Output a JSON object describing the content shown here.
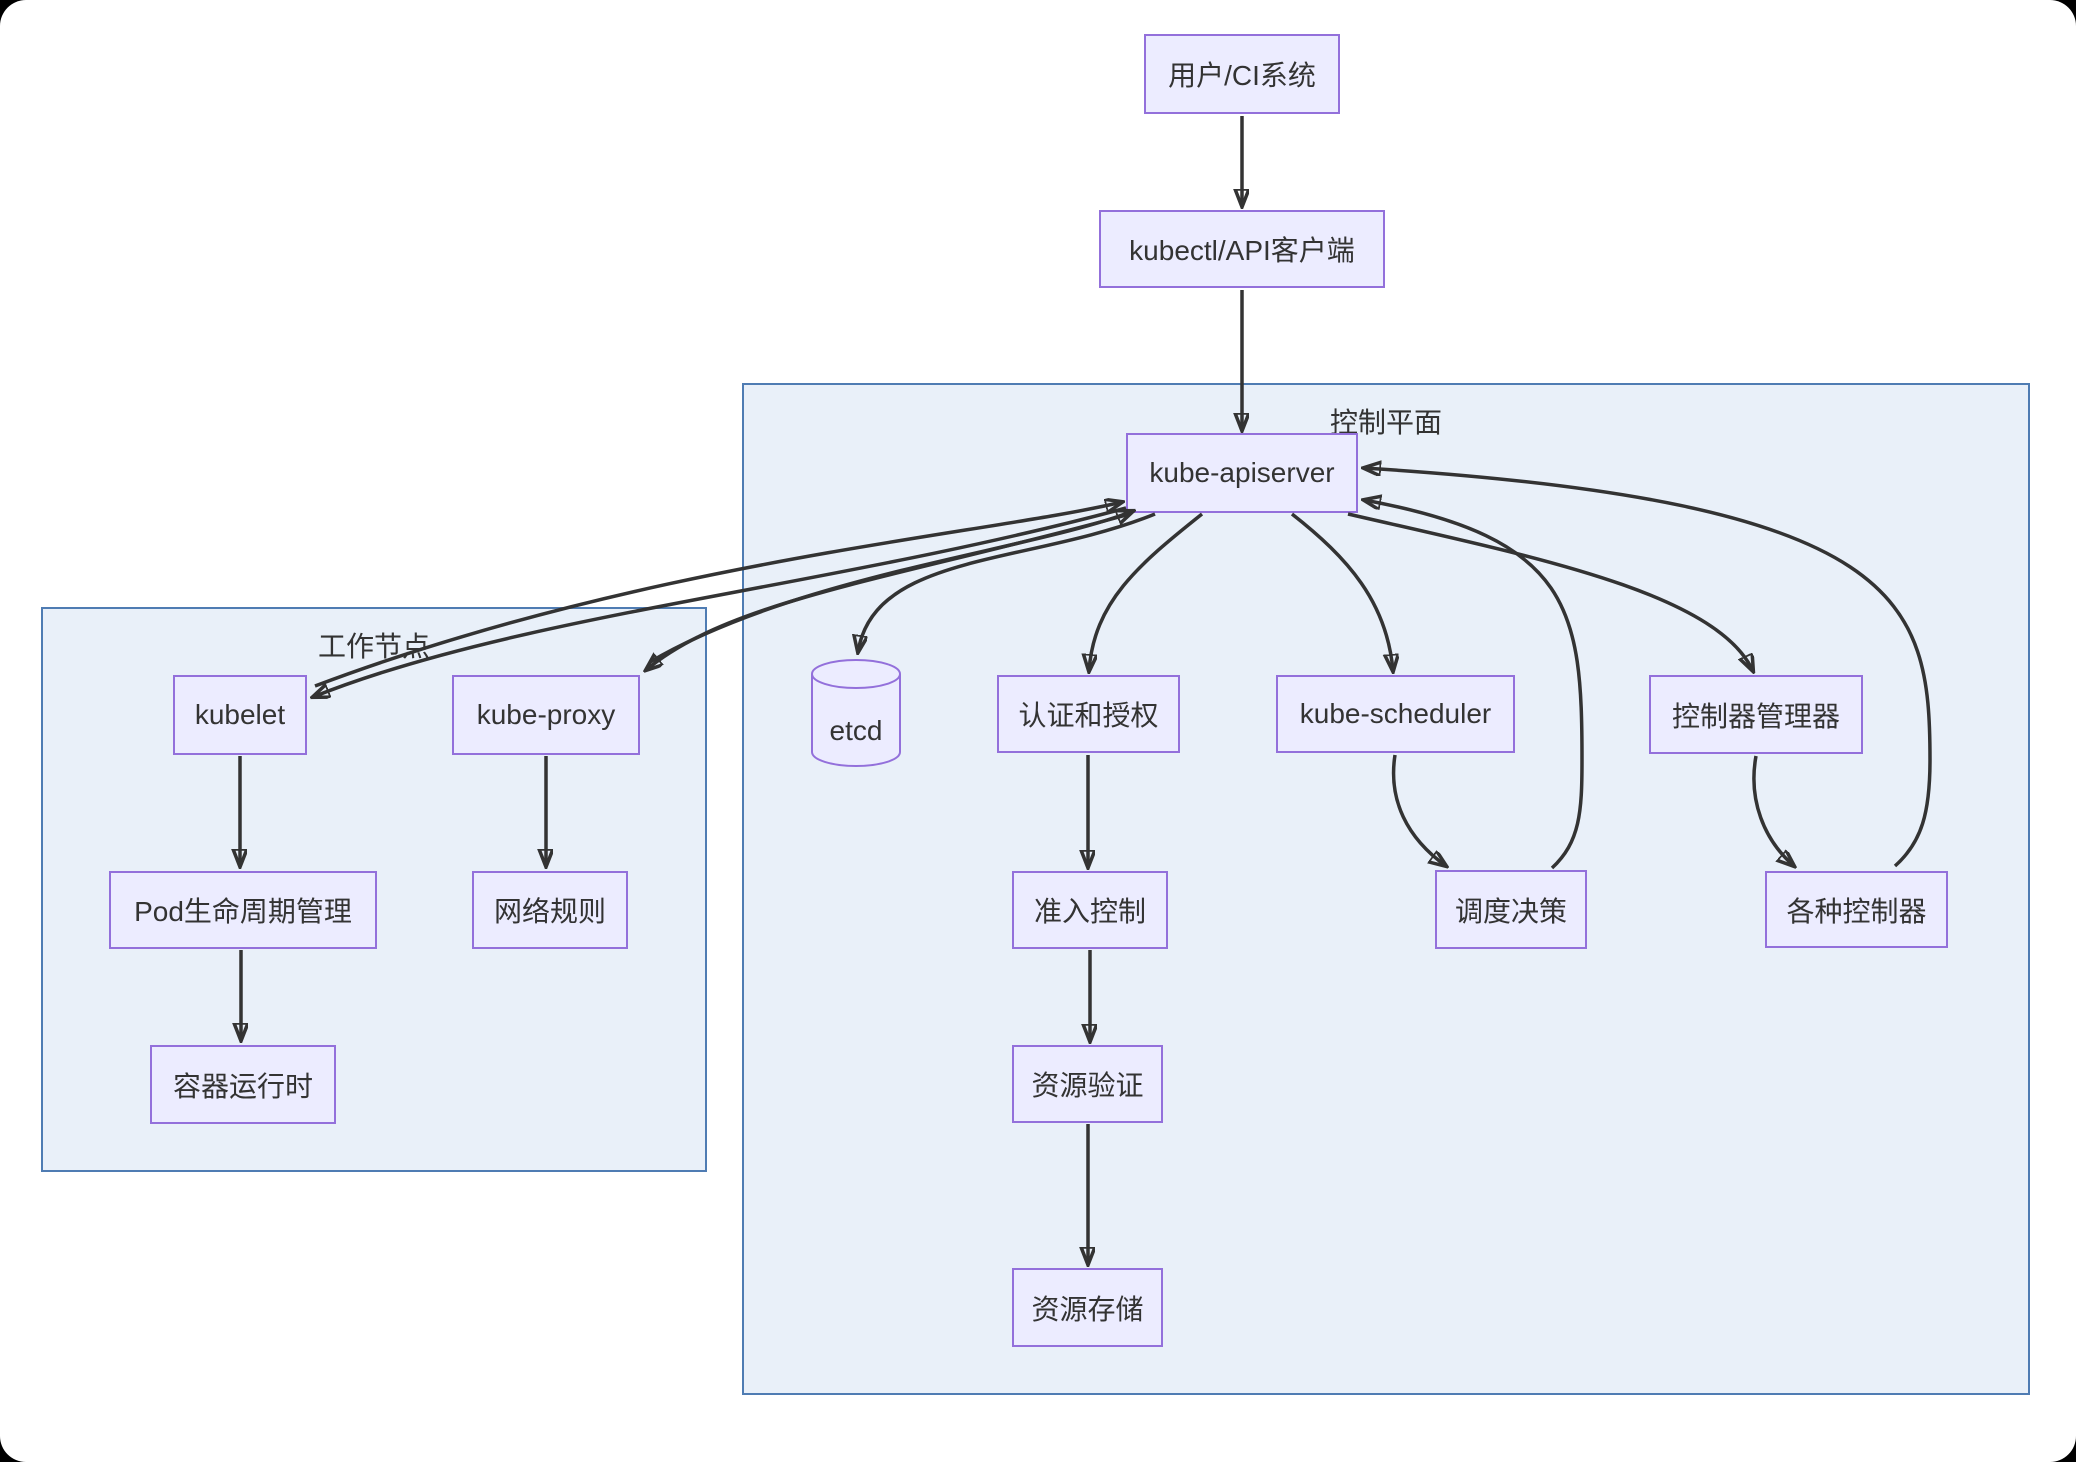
{
  "diagram": {
    "type": "flowchart",
    "clusters": {
      "control_plane": {
        "label": "控制平面"
      },
      "worker_node": {
        "label": "工作节点"
      }
    },
    "nodes": {
      "user": {
        "label": "用户/CI系统"
      },
      "kubectl": {
        "label": "kubectl/API客户端"
      },
      "apiserver": {
        "label": "kube-apiserver"
      },
      "etcd": {
        "label": "etcd",
        "shape": "cylinder"
      },
      "auth": {
        "label": "认证和授权"
      },
      "scheduler": {
        "label": "kube-scheduler"
      },
      "controller_manager": {
        "label": "控制器管理器"
      },
      "kubelet": {
        "label": "kubelet"
      },
      "kube_proxy": {
        "label": "kube-proxy"
      },
      "admission": {
        "label": "准入控制"
      },
      "sched_decision": {
        "label": "调度决策"
      },
      "controllers": {
        "label": "各种控制器"
      },
      "pod_lifecycle": {
        "label": "Pod生命周期管理"
      },
      "network_rules": {
        "label": "网络规则"
      },
      "container_runtime": {
        "label": "容器运行时"
      },
      "validation": {
        "label": "资源验证"
      },
      "storage": {
        "label": "资源存储"
      }
    },
    "edges": [
      {
        "from": "user",
        "to": "kubectl"
      },
      {
        "from": "kubectl",
        "to": "apiserver"
      },
      {
        "from": "apiserver",
        "to": "etcd"
      },
      {
        "from": "apiserver",
        "to": "auth"
      },
      {
        "from": "auth",
        "to": "admission"
      },
      {
        "from": "admission",
        "to": "validation"
      },
      {
        "from": "validation",
        "to": "storage"
      },
      {
        "from": "apiserver",
        "to": "scheduler"
      },
      {
        "from": "scheduler",
        "to": "sched_decision"
      },
      {
        "from": "sched_decision",
        "to": "apiserver"
      },
      {
        "from": "apiserver",
        "to": "controller_manager"
      },
      {
        "from": "controller_manager",
        "to": "controllers"
      },
      {
        "from": "controllers",
        "to": "apiserver"
      },
      {
        "from": "apiserver",
        "to": "kubelet"
      },
      {
        "from": "apiserver",
        "to": "kube_proxy"
      },
      {
        "from": "kubelet",
        "to": "apiserver"
      },
      {
        "from": "kube_proxy",
        "to": "apiserver"
      },
      {
        "from": "kubelet",
        "to": "pod_lifecycle"
      },
      {
        "from": "pod_lifecycle",
        "to": "container_runtime"
      },
      {
        "from": "kube_proxy",
        "to": "network_rules"
      }
    ],
    "colors": {
      "node_fill": "#ECECFF",
      "node_border": "#9370DB",
      "cluster_fill": "#E9F0F9",
      "cluster_border": "#4F7CB3",
      "edge": "#333333",
      "text": "#333333",
      "canvas": "#FFFFFF",
      "frame": "#000000"
    }
  }
}
